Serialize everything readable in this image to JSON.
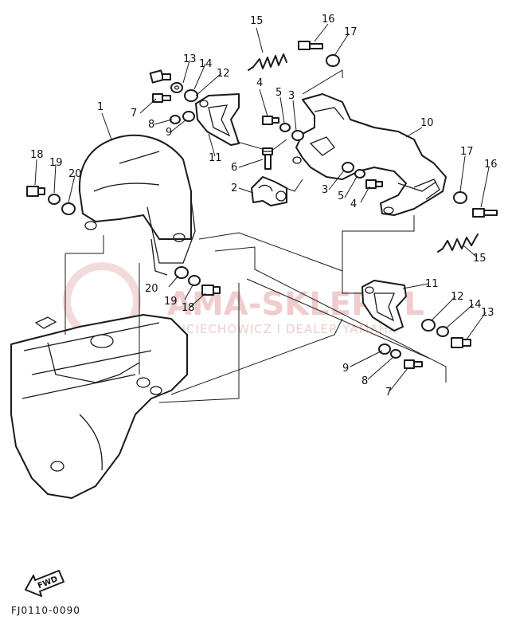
{
  "figure": {
    "code": "FJ0110-0090",
    "fwd_label": "FWD"
  },
  "watermark": {
    "brand": "AMA-SKLEP.PL",
    "subtitle": "WOJCIECHOWICZ I DEALER YAMAHA"
  },
  "callouts": {
    "c1": "1",
    "c2": "2",
    "c3a": "3",
    "c3b": "3",
    "c4a": "4",
    "c4b": "4",
    "c5a": "5",
    "c5b": "5",
    "c6": "6",
    "c7a": "7",
    "c7b": "7",
    "c8a": "8",
    "c8b": "8",
    "c9a": "9",
    "c9b": "9",
    "c10": "10",
    "c11a": "11",
    "c11b": "11",
    "c12a": "12",
    "c12b": "12",
    "c13a": "13",
    "c13b": "13",
    "c14a": "14",
    "c14b": "14",
    "c15a": "15",
    "c15b": "15",
    "c16a": "16",
    "c16b": "16",
    "c17a": "17",
    "c17b": "17",
    "c18a": "18",
    "c18b": "18",
    "c19a": "19",
    "c19b": "19",
    "c20a": "20",
    "c20b": "20"
  },
  "colors": {
    "line": "#1a1a1a",
    "watermark": "#c43a3a"
  }
}
